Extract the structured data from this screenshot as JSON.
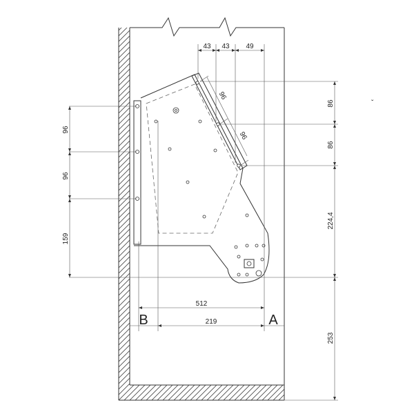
{
  "drawing": {
    "labels": {
      "point_b": "B",
      "point_a": "A"
    },
    "dimensions": {
      "top_43_left": "43",
      "top_43_right": "43",
      "top_49": "49",
      "diag_96_upper": "96",
      "diag_96_lower": "96",
      "left_96_upper": "96",
      "left_96_lower": "96",
      "left_159": "159",
      "right_86_upper": "86",
      "right_86_lower": "86",
      "right_224_4": "224,4",
      "right_253": "253",
      "bottom_512": "512",
      "bottom_219": "219"
    }
  }
}
